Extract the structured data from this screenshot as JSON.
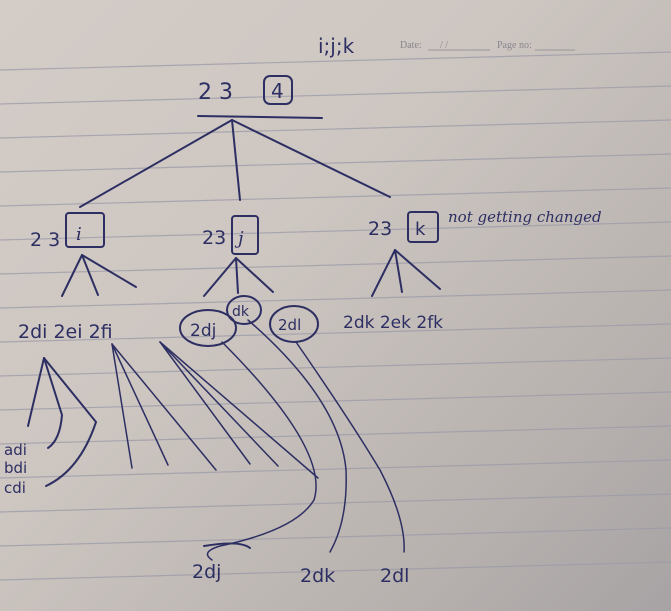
{
  "header": {
    "handwritten_title": "i;j;k",
    "date_label": "Date:",
    "date_value": "/ /",
    "page_no_label": "Page no:"
  },
  "root": {
    "digits": "2 3",
    "boxed": "4"
  },
  "level1": [
    {
      "prefix": "2 3",
      "boxed": "i"
    },
    {
      "prefix": "23",
      "boxed": "j"
    },
    {
      "prefix": "23",
      "boxed": "k",
      "note": "not getting changed"
    }
  ],
  "level2": {
    "left": "2di 2ei 2fi",
    "circled_j": "2dj",
    "circled_k": "dk",
    "circled_l": "2dl",
    "right": "2dk 2ek 2fk"
  },
  "lower_left": [
    "adi",
    "bdi",
    "cdi"
  ],
  "bottom": [
    "2dj",
    "2dk",
    "2dl"
  ]
}
